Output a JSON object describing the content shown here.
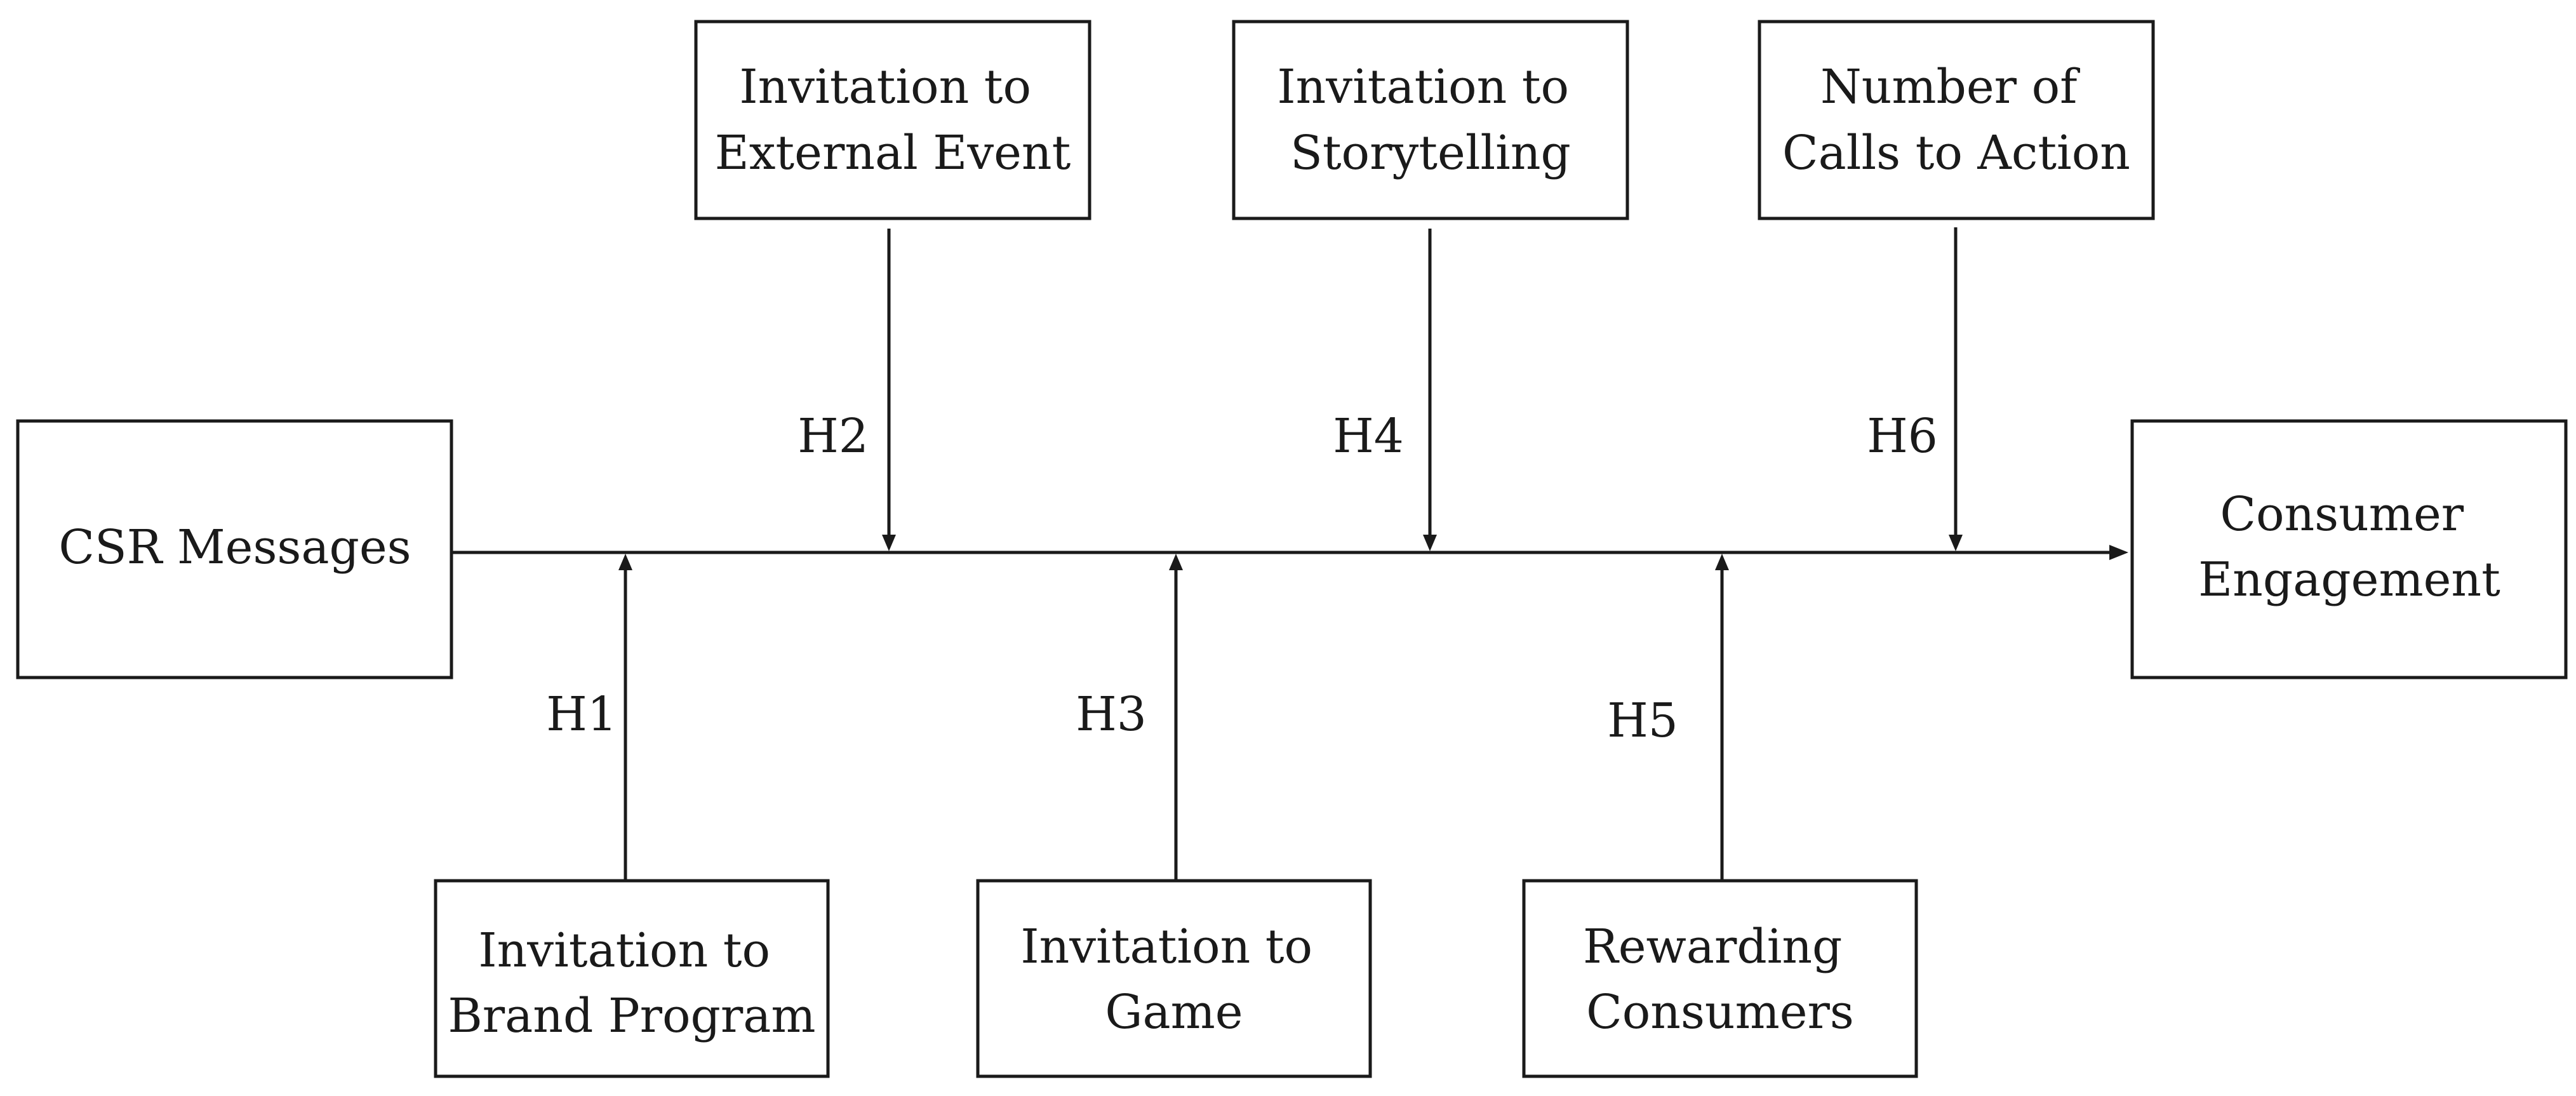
{
  "nodes": {
    "csr_messages": {
      "lines": [
        "CSR Messages"
      ]
    },
    "consumer_engagement": {
      "lines": [
        "Consumer",
        "Engagement"
      ]
    },
    "external_event": {
      "lines": [
        "Invitation to",
        "External Event"
      ]
    },
    "storytelling": {
      "lines": [
        "Invitation to",
        "Storytelling"
      ]
    },
    "calls_to_action": {
      "lines": [
        "Number of",
        "Calls to Action"
      ]
    },
    "brand_program": {
      "lines": [
        "Invitation to",
        "Brand Program"
      ]
    },
    "game": {
      "lines": [
        "Invitation to",
        "Game"
      ]
    },
    "rewarding": {
      "lines": [
        "Rewarding",
        "Consumers"
      ]
    }
  },
  "hypotheses": {
    "h1": "H1",
    "h2": "H2",
    "h3": "H3",
    "h4": "H4",
    "h5": "H5",
    "h6": "H6"
  },
  "edges": [
    {
      "from": "csr_messages",
      "to": "consumer_engagement"
    },
    {
      "from": "external_event",
      "to": "main-path",
      "label": "h2"
    },
    {
      "from": "storytelling",
      "to": "main-path",
      "label": "h4"
    },
    {
      "from": "calls_to_action",
      "to": "main-path",
      "label": "h6"
    },
    {
      "from": "brand_program",
      "to": "main-path",
      "label": "h1"
    },
    {
      "from": "game",
      "to": "main-path",
      "label": "h3"
    },
    {
      "from": "rewarding",
      "to": "main-path",
      "label": "h5"
    }
  ]
}
